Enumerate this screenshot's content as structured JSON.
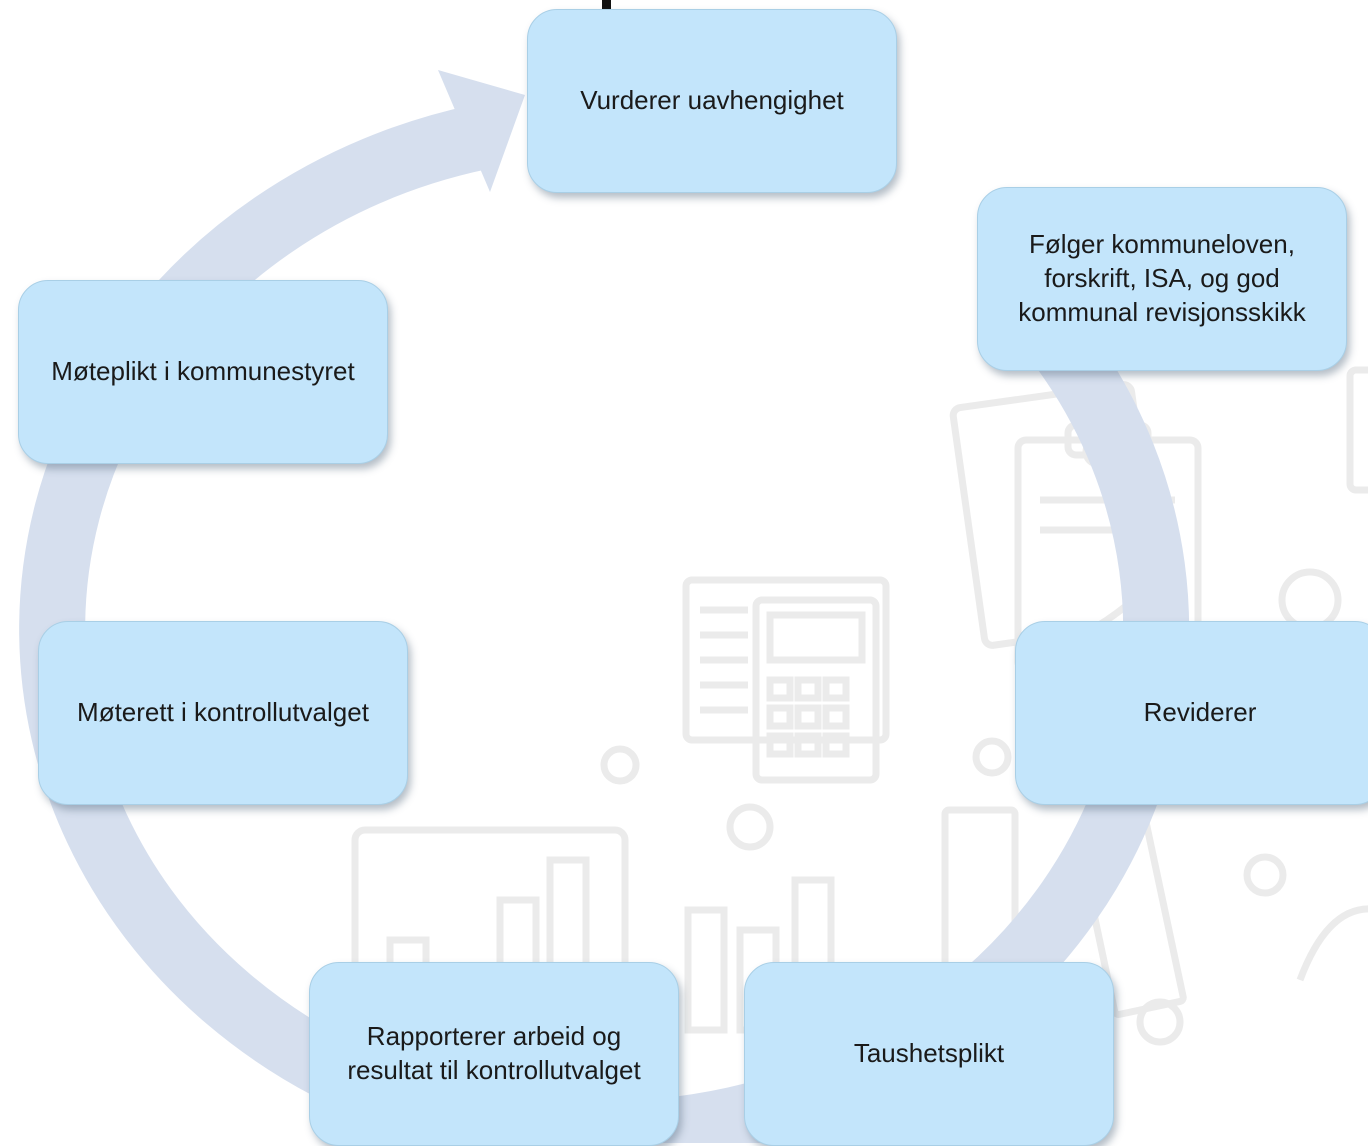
{
  "diagram": {
    "type": "cycle",
    "nodes": [
      {
        "id": "vurderer",
        "label": "Vurderer uavhengighet"
      },
      {
        "id": "folger",
        "label": "Følger kommuneloven, forskrift, ISA, og god kommunal revisjonsskikk"
      },
      {
        "id": "reviderer",
        "label": "Reviderer"
      },
      {
        "id": "taushet",
        "label": "Taushetsplikt"
      },
      {
        "id": "rapporterer",
        "label": "Rapporterer arbeid og resultat til kontrollutvalget"
      },
      {
        "id": "moterett",
        "label": "Møterett i kontrollutvalget"
      },
      {
        "id": "moteplikt",
        "label": "Møteplikt i kommunestyret"
      }
    ],
    "colors": {
      "node_fill": "#c3e5fb",
      "node_border": "#a9cfe6",
      "cycle_arrow": "#d6dfee",
      "background_icons": "#e9e9e9"
    }
  }
}
